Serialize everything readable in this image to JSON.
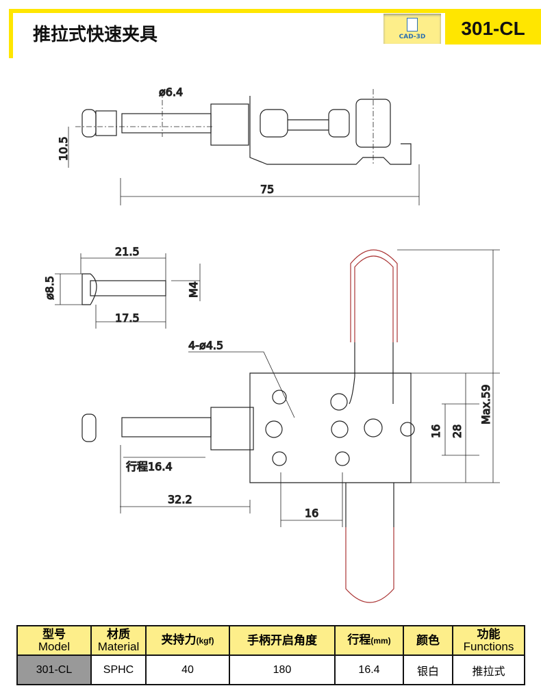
{
  "header": {
    "title": "推拉式快速夹具",
    "cad_label": "CAD-3D",
    "model": "301-CL"
  },
  "dimensions": {
    "top_dia": "ø6.4",
    "top_height": "10.5",
    "top_length": "75",
    "bolt_length": "21.5",
    "bolt_dia": "ø8.5",
    "thread": "M4",
    "thread_length": "17.5",
    "holes": "4-ø4.5",
    "stroke": "行程16.4",
    "base_length": "32.2",
    "hole_spacing": "16",
    "height_16": "16",
    "height_28": "28",
    "max_height": "Max.59"
  },
  "table": {
    "headers": [
      {
        "cn": "型号",
        "en": "Model"
      },
      {
        "cn": "材质",
        "en": "Material"
      },
      {
        "cn": "夹持力",
        "unit": "(kgf)"
      },
      {
        "cn": "手柄开启角度"
      },
      {
        "cn": "行程",
        "unit": "(mm)"
      },
      {
        "cn": "颜色"
      },
      {
        "cn": "功能",
        "en": "Functions"
      }
    ],
    "row": [
      "301-CL",
      "SPHC",
      "40",
      "180",
      "16.4",
      "银白",
      "推拉式"
    ]
  }
}
